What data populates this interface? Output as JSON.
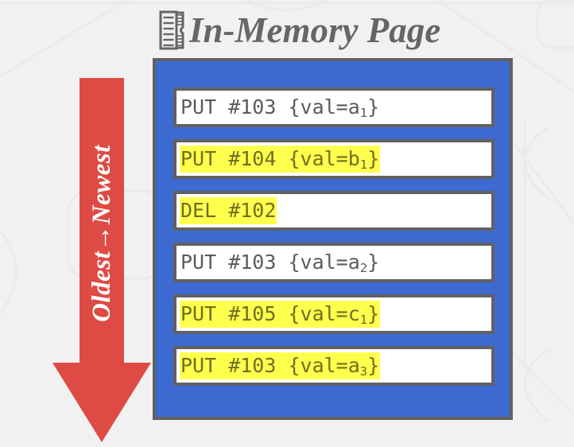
{
  "meta": {
    "background_color": "#f1f1f1",
    "accent_blue": "#3d6ad1",
    "accent_red": "#dd4b44",
    "highlight_yellow": "#ffff4d",
    "border_gray": "#616161",
    "text_gray": "#5b5b5b"
  },
  "title": {
    "text": "In-Memory Page",
    "icon": "memory-ram-icon"
  },
  "arrow": {
    "label": "Oldest→Newest",
    "direction": "down",
    "color": "#dd4b44"
  },
  "page": {
    "records": [
      {
        "op": "PUT",
        "key": "#103",
        "value": "{val=a",
        "sub": "1",
        "value_end": "}",
        "text": "PUT #103 {val=a1}",
        "highlighted": false
      },
      {
        "op": "PUT",
        "key": "#104",
        "value": "{val=b",
        "sub": "1",
        "value_end": "}",
        "text": "PUT #104 {val=b1}",
        "highlighted": true
      },
      {
        "op": "DEL",
        "key": "#102",
        "value": "",
        "sub": "",
        "value_end": "",
        "text": "DEL #102",
        "highlighted": true
      },
      {
        "op": "PUT",
        "key": "#103",
        "value": "{val=a",
        "sub": "2",
        "value_end": "}",
        "text": "PUT #103 {val=a2}",
        "highlighted": false
      },
      {
        "op": "PUT",
        "key": "#105",
        "value": "{val=c",
        "sub": "1",
        "value_end": "}",
        "text": "PUT #105 {val=c1}",
        "highlighted": true
      },
      {
        "op": "PUT",
        "key": "#103",
        "value": "{val=a",
        "sub": "3",
        "value_end": "}",
        "text": "PUT #103 {val=a3}",
        "highlighted": true
      }
    ]
  }
}
